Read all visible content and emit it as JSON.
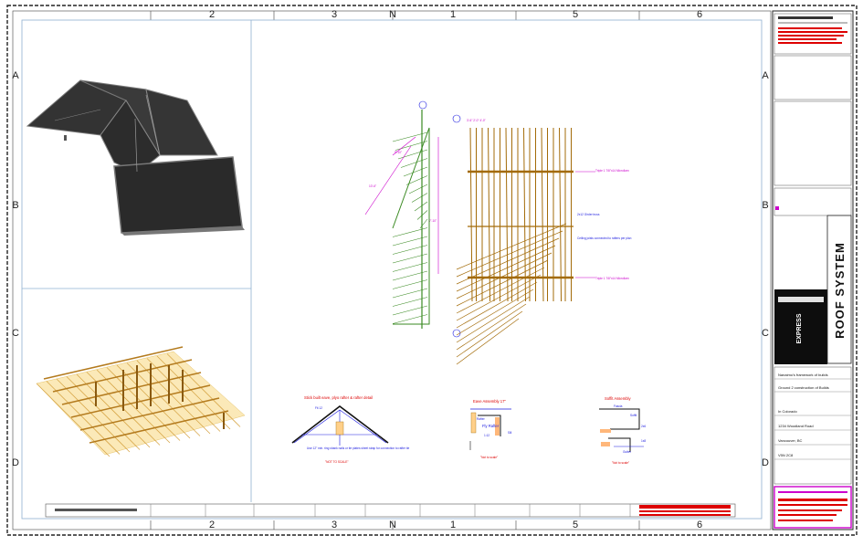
{
  "grid": {
    "columns": [
      "2",
      "3",
      "N",
      "1",
      "5",
      "6"
    ],
    "rows": [
      "A",
      "B",
      "C",
      "D"
    ]
  },
  "details": {
    "eave_detail": {
      "title": "Stick built eave, plyo rafter & rafter detail",
      "fit_note": "Fit 12",
      "note": "Use 12\" min. ring shank nails or tie plates sheet strap for connection to rafter tie",
      "tag": "\"NOT TO SCALE\""
    },
    "fascia_detail": {
      "title": "Eave Assembly 17\"",
      "labels": [
        "Rafter",
        "Fly Rafter",
        "Sill"
      ],
      "pitch": "1:12",
      "tag": "\"Not to scale\""
    },
    "soffit_detail": {
      "title": "Soffit Assembly",
      "labels": [
        "Fascia",
        "Soffit",
        "Gutter"
      ],
      "sizes": [
        "2x6",
        "1x8"
      ],
      "tag": "\"Not to scale\""
    }
  },
  "plan": {
    "callouts": [
      "Triple 1 7/8\"x14 Microllam",
      "2x12 Girder truss",
      "Ceiling joists connected to rafters per plan",
      "Triple 1 7/8\"x14 Microllam"
    ],
    "dims": [
      "5'-10\"",
      "10'-6\"",
      "7'-10\""
    ],
    "top_dim": "3'-6\"  2'-0\"  4'-0\""
  },
  "title_block": {
    "logo_text": "EXPRESS",
    "brand_vertical": "ROOF SYSTEM",
    "lines": [
      "Nanaimo's framework of builds",
      "Ground 2 construction of Builds",
      "In Colorado",
      "1234 Woodland Road",
      "Vancouver, BC",
      "V5N 2C8"
    ]
  },
  "colors": {
    "green": "#3a8a22",
    "brown": "#a36b08",
    "magenta": "#cc00cc",
    "red": "#dd0000",
    "blue": "#1a1adf",
    "roof": "#2d2d2d"
  }
}
